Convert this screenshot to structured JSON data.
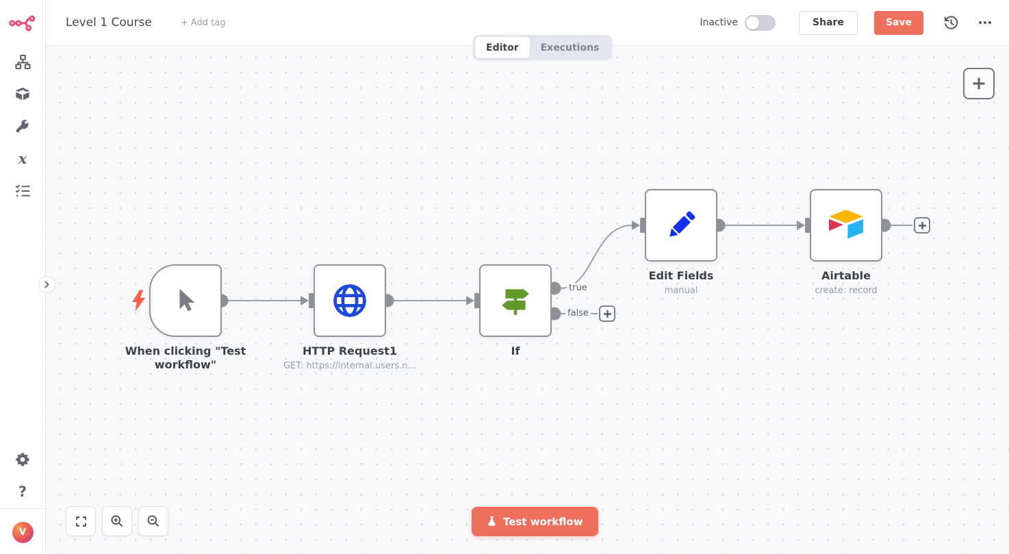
{
  "header": {
    "title": "Level 1 Course",
    "add_tag": "+ Add tag",
    "activation": {
      "label": "Inactive",
      "enabled": false
    },
    "share": "Share",
    "save": "Save"
  },
  "tabs": {
    "editor": "Editor",
    "executions": "Executions",
    "active": "Editor"
  },
  "sidebar": {
    "icons": [
      "workflows-icon",
      "templates-icon",
      "credentials-icon",
      "variables-icon",
      "executions-icon"
    ],
    "variables_glyph": "x",
    "help_glyph": "?",
    "avatar_initial": "V"
  },
  "workflow": {
    "nodes": [
      {
        "title": "When clicking \"Test workflow\"",
        "subtitle": "",
        "icon": "cursor-icon",
        "kind": "manual-trigger"
      },
      {
        "title": "HTTP Request1",
        "subtitle": "GET: https://internal.users.n...",
        "icon": "globe-icon",
        "kind": "http-request"
      },
      {
        "title": "If",
        "subtitle": "",
        "icon": "signpost-icon",
        "kind": "if",
        "outputs": [
          {
            "label": "true"
          },
          {
            "label": "false"
          }
        ]
      },
      {
        "title": "Edit Fields",
        "subtitle": "manual",
        "icon": "pencil-icon",
        "kind": "set"
      },
      {
        "title": "Airtable",
        "subtitle": "create: record",
        "icon": "airtable-icon",
        "kind": "airtable"
      }
    ]
  },
  "canvas_controls": {
    "test_workflow": "Test workflow",
    "zoom_icons": [
      "fit-view-icon",
      "zoom-in-icon",
      "zoom-out-icon"
    ]
  },
  "colors": {
    "primary": "#ee6f5b",
    "logo_pink": "#ea4b71",
    "node_border": "#8f929a",
    "edge_gray": "#9b9ea5",
    "canvas_bg": "#f8f9fb",
    "if_green": "#61992a",
    "globe_blue": "#1d49d8",
    "pencil_blue": "#1331ea",
    "airtable_yellow": "#fcb400",
    "airtable_pink": "#e0334e",
    "airtable_blue": "#26b5f2",
    "bolt_orange": "#f8604b"
  }
}
